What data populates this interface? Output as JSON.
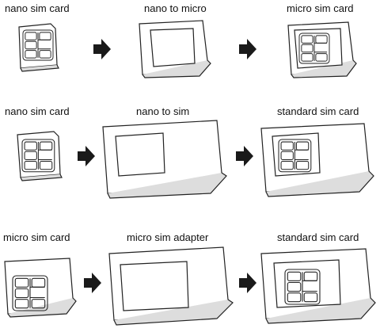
{
  "rows": [
    {
      "steps": [
        {
          "label": "nano sim card"
        },
        {
          "label": "nano to micro"
        },
        {
          "label": "micro sim card"
        }
      ]
    },
    {
      "steps": [
        {
          "label": "nano sim card"
        },
        {
          "label": "nano to sim"
        },
        {
          "label": "standard sim card"
        }
      ]
    },
    {
      "steps": [
        {
          "label": "micro sim card"
        },
        {
          "label": "micro sim adapter"
        },
        {
          "label": "standard sim card"
        }
      ]
    }
  ],
  "colors": {
    "line": "#222222",
    "arrow": "#1a1a1a"
  }
}
